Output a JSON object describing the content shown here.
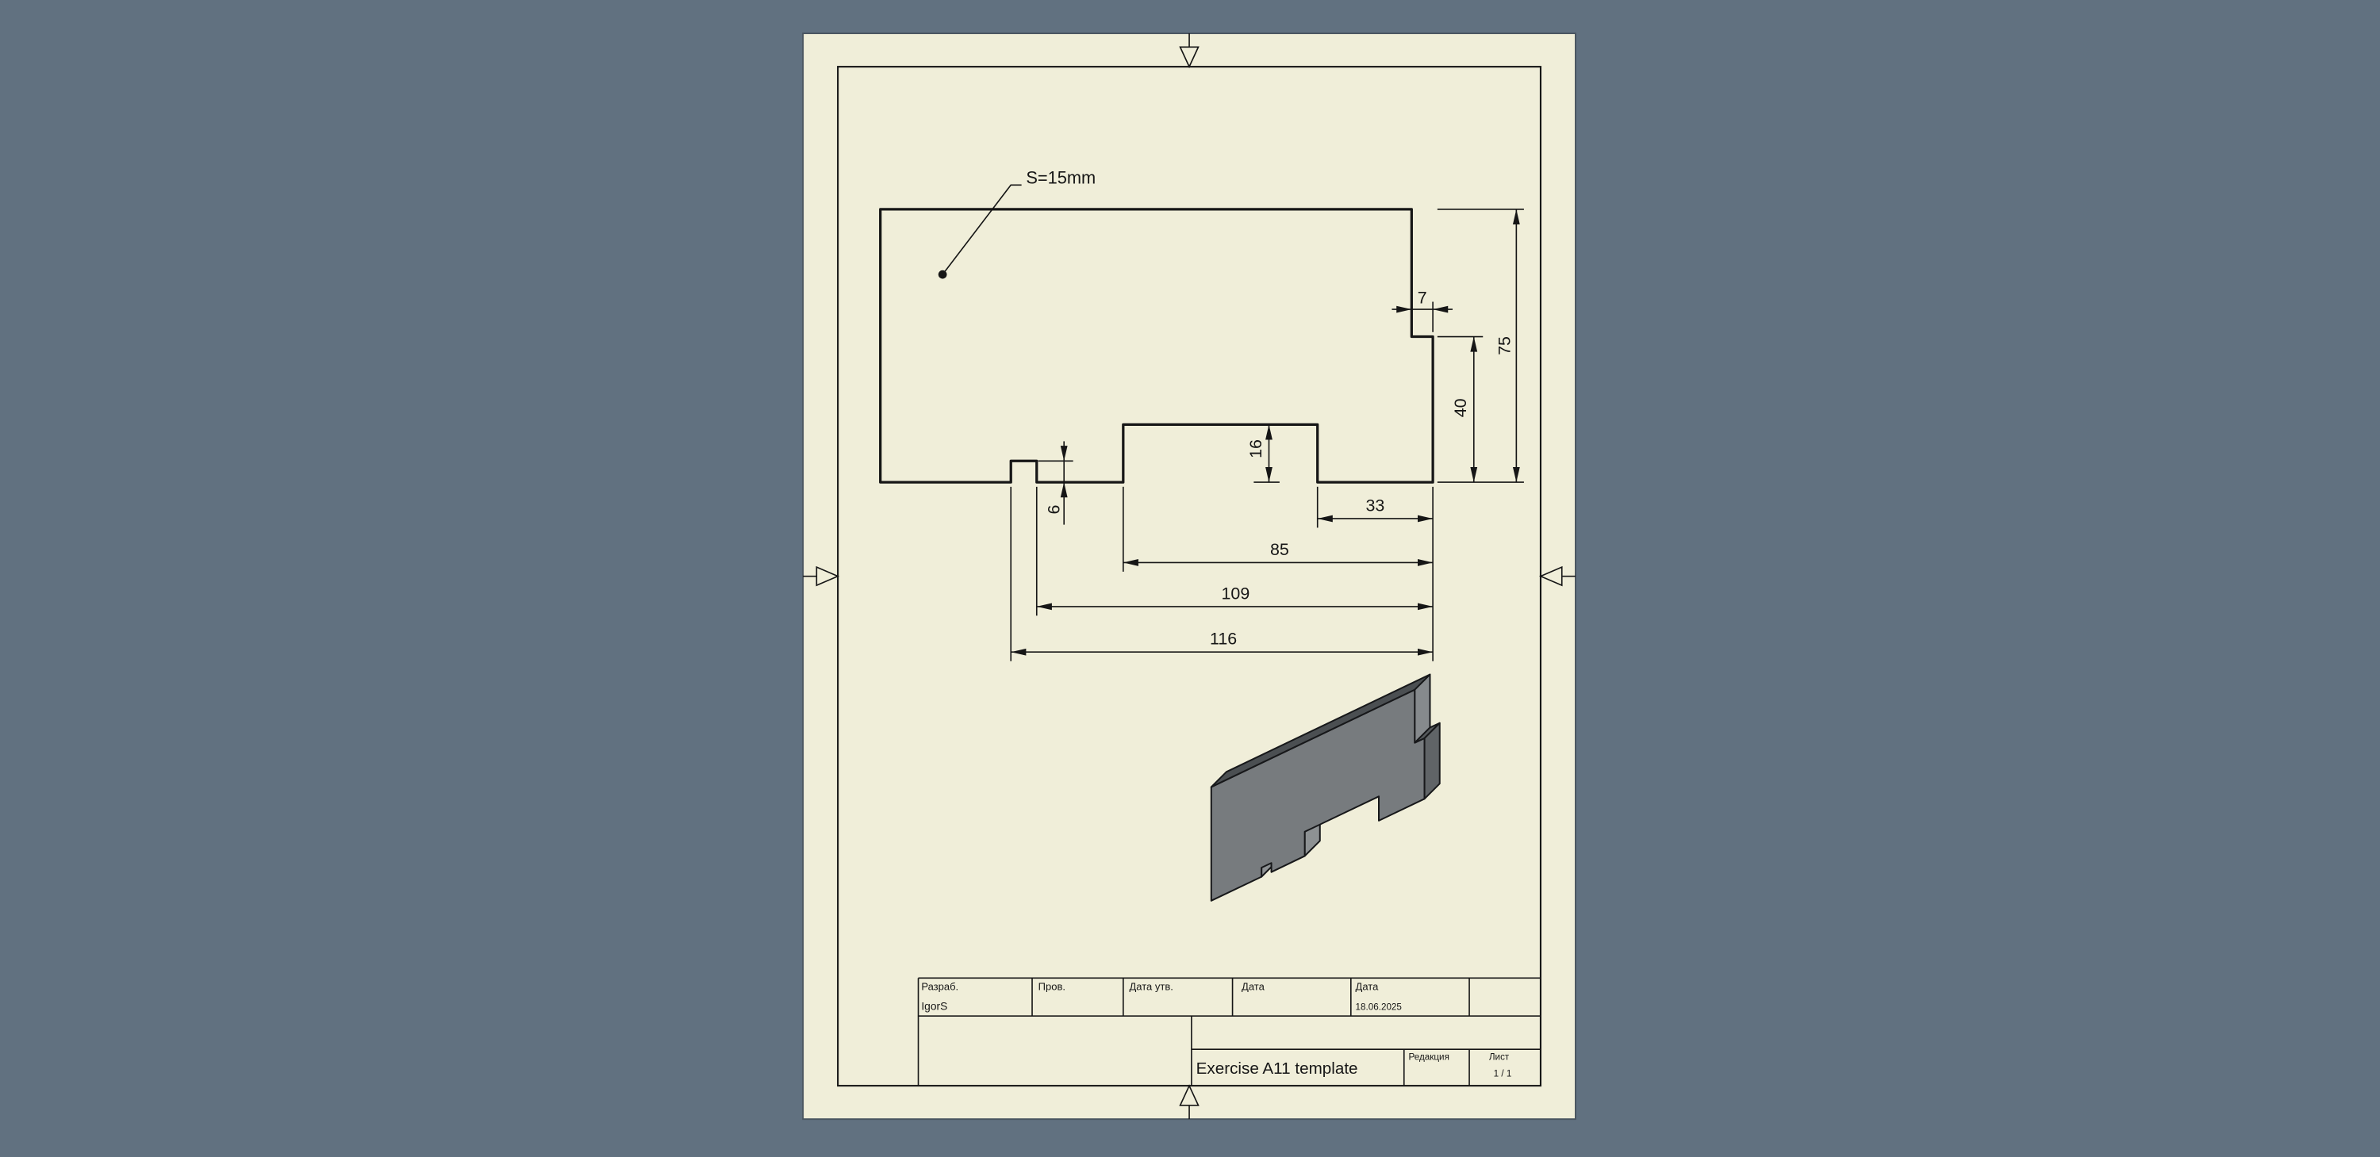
{
  "colors": {
    "canvas": "#617180",
    "sheet": "#f0eed9",
    "line": "#161616",
    "iso_top": "#4b4f52",
    "iso_front": "#777b7e",
    "iso_right_end": "#606467",
    "iso_step_riser": "#868a8d",
    "iso_step_tread": "#55595c",
    "iso_inner_wall": "#8d9193"
  },
  "front_view": {
    "thickness_note": "S=15mm",
    "dims": {
      "d7": "7",
      "d75": "75",
      "d40": "40",
      "d16": "16",
      "d6": "6",
      "d33": "33",
      "d85": "85",
      "d109": "109",
      "d116": "116"
    }
  },
  "title_block": {
    "developer_label": "Разраб.",
    "developer_name": "IgorS",
    "checker_label": "Пров.",
    "approve_date_label": "Дата утв.",
    "date_label_a": "Дата",
    "date_label_b": "Дата",
    "date_value": "18.06.2025",
    "title": "Exercise A11 template",
    "revision_label": "Редакция",
    "sheet_label": "Лист",
    "sheet_value": "1 / 1"
  }
}
